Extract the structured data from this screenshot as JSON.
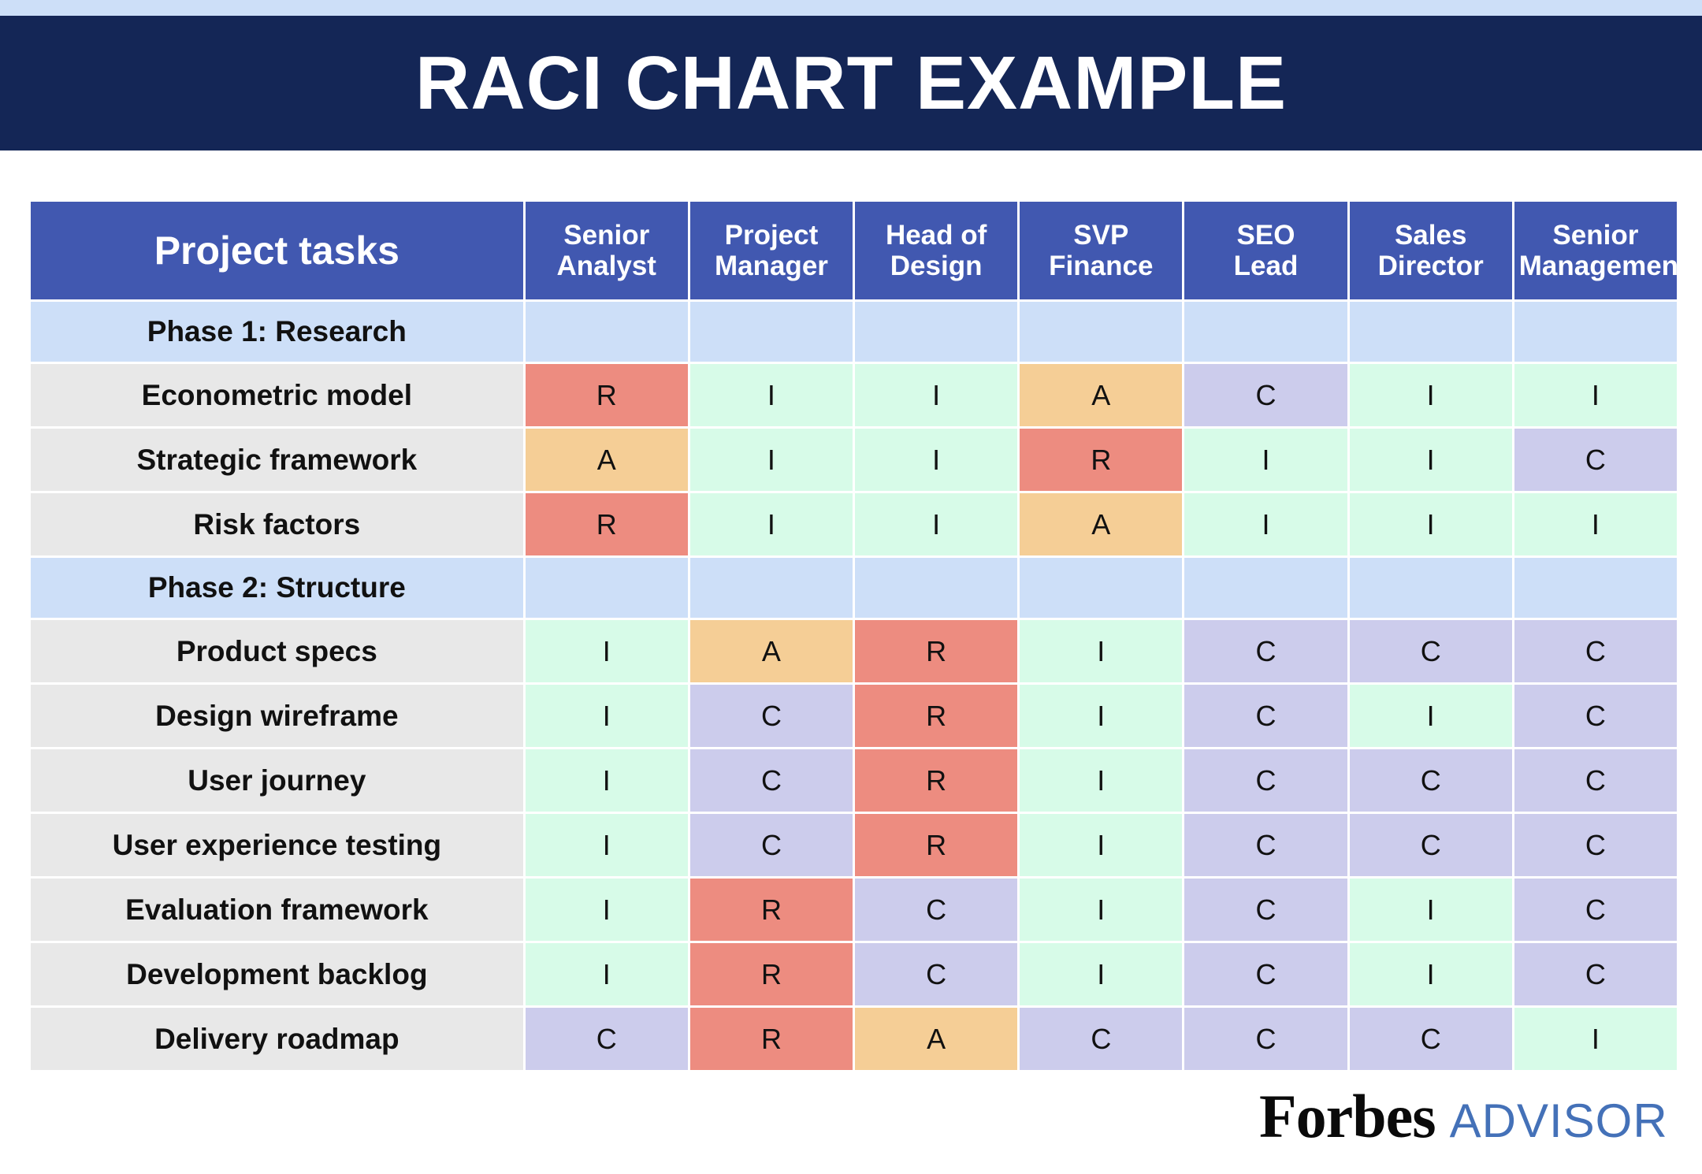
{
  "banner": {
    "title": "RACI CHART EXAMPLE",
    "background_color": "#142656",
    "text_color": "#FFFFFF",
    "top_strip_color": "#CDDFF8"
  },
  "logo": {
    "primary": "Forbes",
    "secondary": "ADVISOR",
    "primary_color": "#0A0A0A",
    "secondary_color": "#4471B8"
  },
  "legend_colors": {
    "R": "#ED8C80",
    "A": "#F5CE96",
    "C": "#CCCCEC",
    "I": "#D7FBE8",
    "header": "#4158B0",
    "phase_row": "#CDDFF8",
    "task_row": "#E8E8E8"
  },
  "chart_data": {
    "type": "table",
    "title": "RACI CHART EXAMPLE",
    "xlabel": "",
    "ylabel": "",
    "columns": [
      "Project tasks",
      "Senior Analyst",
      "Project Manager",
      "Head of Design",
      "SVP Finance",
      "SEO Lead",
      "Sales Director",
      "Senior Management"
    ],
    "column_lines": [
      [
        "Project tasks"
      ],
      [
        "Senior",
        "Analyst"
      ],
      [
        "Project",
        "Manager"
      ],
      [
        "Head of",
        "Design"
      ],
      [
        "SVP",
        "Finance"
      ],
      [
        "SEO",
        "Lead"
      ],
      [
        "Sales",
        "Director"
      ],
      [
        "Senior",
        "Management"
      ]
    ],
    "rows": [
      {
        "type": "phase",
        "task": "Phase 1: Research",
        "values": [
          "",
          "",
          "",
          "",
          "",
          "",
          ""
        ]
      },
      {
        "type": "task",
        "task": "Econometric model",
        "values": [
          "R",
          "I",
          "I",
          "A",
          "C",
          "I",
          "I"
        ]
      },
      {
        "type": "task",
        "task": "Strategic framework",
        "values": [
          "A",
          "I",
          "I",
          "R",
          "I",
          "I",
          "C"
        ]
      },
      {
        "type": "task",
        "task": "Risk factors",
        "values": [
          "R",
          "I",
          "I",
          "A",
          "I",
          "I",
          "I"
        ]
      },
      {
        "type": "phase",
        "task": "Phase 2: Structure",
        "values": [
          "",
          "",
          "",
          "",
          "",
          "",
          ""
        ]
      },
      {
        "type": "task",
        "task": "Product specs",
        "values": [
          "I",
          "A",
          "R",
          "I",
          "C",
          "C",
          "C"
        ]
      },
      {
        "type": "task",
        "task": "Design wireframe",
        "values": [
          "I",
          "C",
          "R",
          "I",
          "C",
          "I",
          "C"
        ]
      },
      {
        "type": "task",
        "task": "User journey",
        "values": [
          "I",
          "C",
          "R",
          "I",
          "C",
          "C",
          "C"
        ]
      },
      {
        "type": "task",
        "task": "User experience testing",
        "values": [
          "I",
          "C",
          "R",
          "I",
          "C",
          "C",
          "C"
        ]
      },
      {
        "type": "task",
        "task": "Evaluation framework",
        "values": [
          "I",
          "R",
          "C",
          "I",
          "C",
          "I",
          "C"
        ]
      },
      {
        "type": "task",
        "task": "Development backlog",
        "values": [
          "I",
          "R",
          "C",
          "I",
          "C",
          "I",
          "C"
        ]
      },
      {
        "type": "task",
        "task": "Delivery roadmap",
        "values": [
          "C",
          "R",
          "A",
          "C",
          "C",
          "C",
          "I"
        ]
      }
    ]
  }
}
